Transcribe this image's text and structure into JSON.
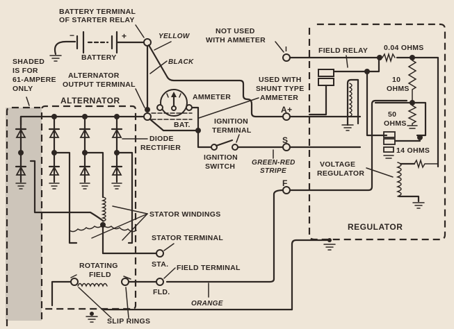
{
  "diagram": {
    "title": "Alternator charging system wiring diagram",
    "colors": {
      "ink": "#2d2622",
      "paper": "#efe6d8",
      "shaded": "#c9c1b6"
    },
    "labels": {
      "battery_terminal": [
        "BATTERY TERMINAL",
        "OF STARTER RELAY"
      ],
      "battery": "BATTERY",
      "battery_neg": "−",
      "battery_pos": "+",
      "yellow": "YELLOW",
      "black": "BLACK",
      "shaded_note": [
        "SHADED",
        "IS FOR",
        "61-AMPERE",
        "ONLY"
      ],
      "alternator_output": [
        "ALTERNATOR",
        "OUTPUT TERMINAL"
      ],
      "alternator": "ALTERNATOR",
      "ammeter": "AMMETER",
      "bat": "BAT.",
      "not_used": [
        "NOT USED",
        "WITH AMMETER"
      ],
      "terminal_i": "I",
      "used_with_shunt": [
        "USED WITH",
        "SHUNT TYPE",
        "AMMETER"
      ],
      "terminal_a": "A+",
      "ignition_terminal": [
        "IGNITION",
        "TERMINAL"
      ],
      "ignition_switch": [
        "IGNITION",
        "SWITCH"
      ],
      "terminal_s": "S",
      "green_red": [
        "GREEN-RED",
        "STRIPE"
      ],
      "terminal_f": "F",
      "diode_rectifier": [
        "DIODE",
        "RECTIFIER"
      ],
      "field_relay": "FIELD RELAY",
      "ohms_004": "0.04 OHMS",
      "ohms_10": [
        "10",
        "OHMS"
      ],
      "ohms_50": [
        "50",
        "OHMS"
      ],
      "ohms_14": "14 OHMS",
      "voltage_regulator": [
        "VOLTAGE",
        "REGULATOR"
      ],
      "regulator": "REGULATOR",
      "stator_windings": "STATOR WINDINGS",
      "stator_terminal": "STATOR TERMINAL",
      "sta": "STA.",
      "rotating_field": [
        "ROTATING",
        "FIELD"
      ],
      "field_terminal": "FIELD TERMINAL",
      "fld": "FLD.",
      "orange": "ORANGE",
      "slip_rings": "SLIP RINGS"
    }
  }
}
